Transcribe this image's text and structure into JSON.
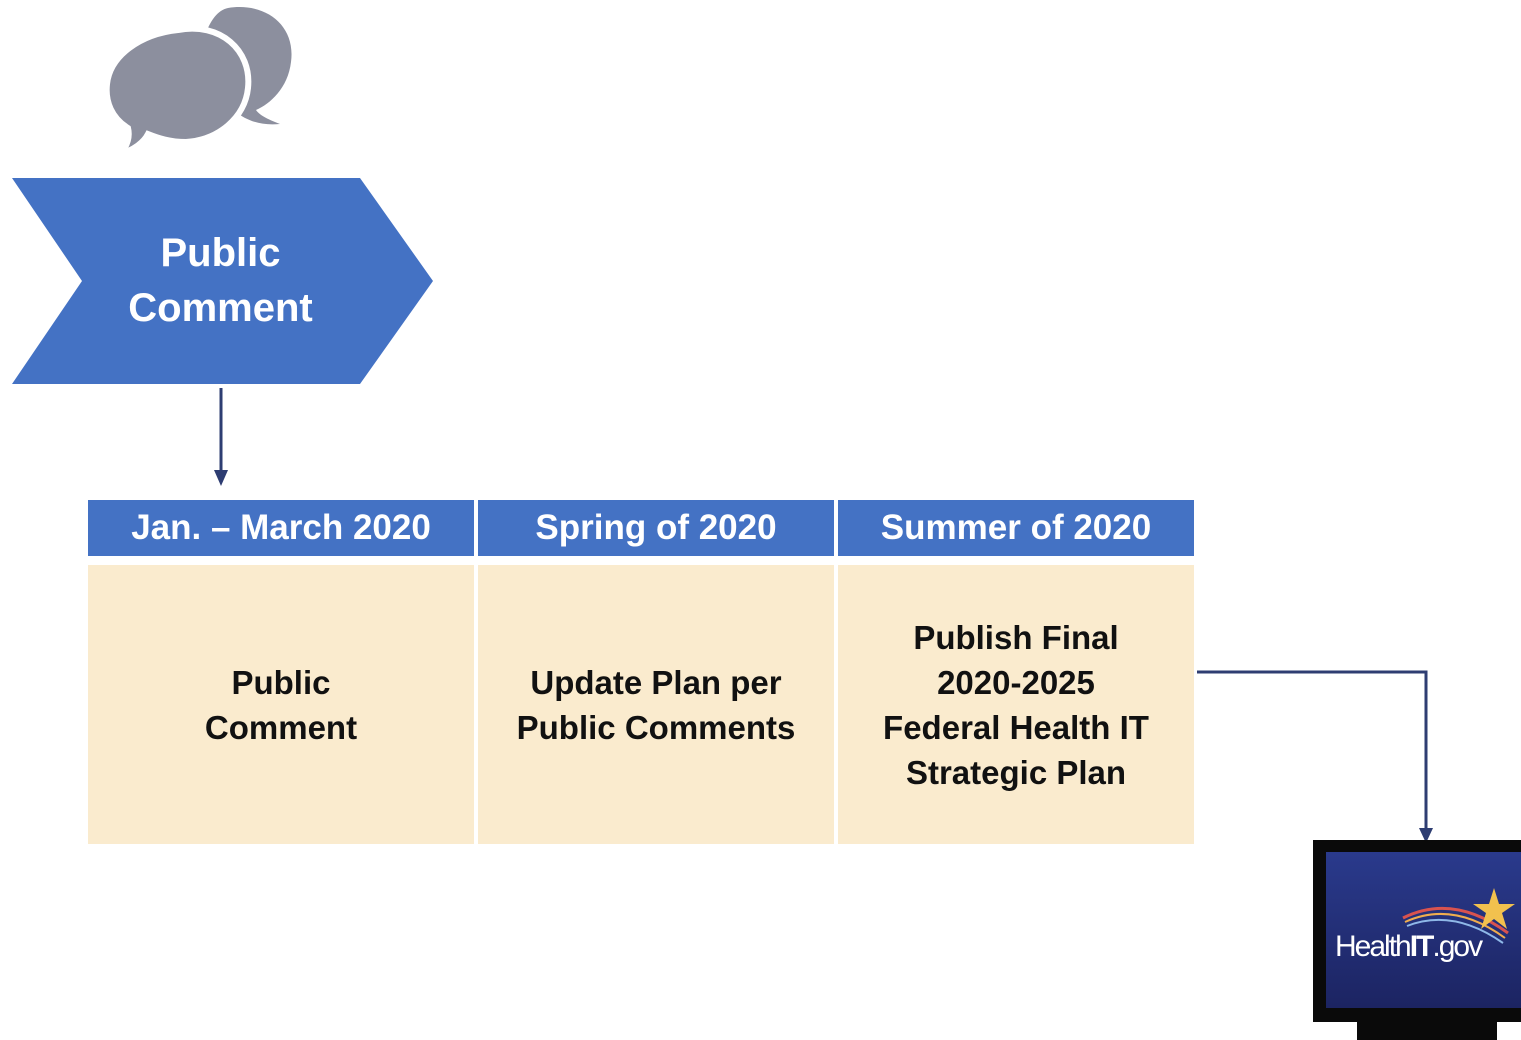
{
  "chevron": {
    "label": "Public Comment",
    "color": "#4472c4"
  },
  "icons": {
    "bubbles": "speech-bubbles-icon",
    "logo": "healthit-monitor-logo"
  },
  "timeline": {
    "header_color": "#4472c4",
    "cell_color": "#faebce",
    "columns": [
      {
        "header": "Jan. – March 2020",
        "body": "Public Comment"
      },
      {
        "header": "Spring of 2020",
        "body": "Update Plan per Public Comments"
      },
      {
        "header": "Summer of 2020",
        "body": "Publish Final 2020-2025 Federal Health IT Strategic Plan"
      }
    ]
  },
  "logo": {
    "text_health": "Health",
    "text_it": "IT",
    "text_gov": ".gov"
  }
}
